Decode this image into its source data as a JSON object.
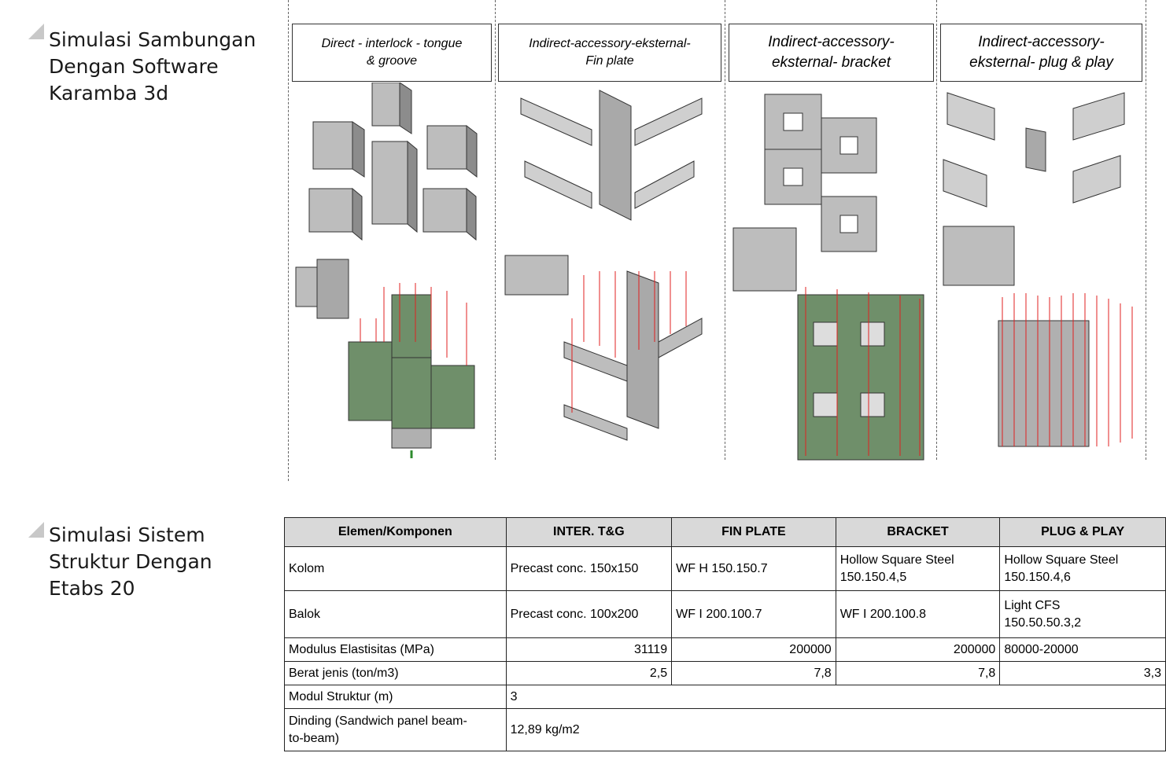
{
  "sections": [
    {
      "title": "Simulasi Sambungan\nDengan Software\nKaramba 3d"
    },
    {
      "title": "Simulasi Sistem\nStruktur Dengan\nEtabs 20"
    }
  ],
  "captions": [
    "Direct - interlock - tongue\n& groove",
    "Indirect-accessory-eksternal-\nFin plate",
    "Indirect-accessory-\neksternal- bracket",
    "Indirect-accessory-\neksternal- plug & play"
  ],
  "table": {
    "headers": [
      "Elemen/Komponen",
      "INTER. T&G",
      "FIN PLATE",
      "BRACKET",
      "PLUG & PLAY"
    ],
    "rows": [
      [
        "Kolom",
        "Precast conc. 150x150",
        "WF H 150.150.7",
        "Hollow Square Steel\n150.150.4,5",
        "Hollow Square Steel\n150.150.4,6"
      ],
      [
        "Balok",
        "Precast conc. 100x200",
        "WF I 200.100.7",
        "WF I 200.100.8",
        "Light CFS\n150.50.50.3,2"
      ],
      [
        "Modulus Elastisitas (MPa)",
        "31119",
        "200000",
        "200000",
        "80000-20000"
      ],
      [
        "Berat jenis (ton/m3)",
        "2,5",
        "7,8",
        "7,8",
        "3,3"
      ],
      [
        "Modul Struktur (m)",
        "3"
      ],
      [
        "Dinding (Sandwich panel beam-\nto-beam)",
        "12,89 kg/m2"
      ]
    ]
  },
  "colors": {
    "load_arrow": "#e02020",
    "model_green": "#6f8f6a",
    "steel_grey": "#a9a9a9",
    "support": "#2e8b2e"
  }
}
